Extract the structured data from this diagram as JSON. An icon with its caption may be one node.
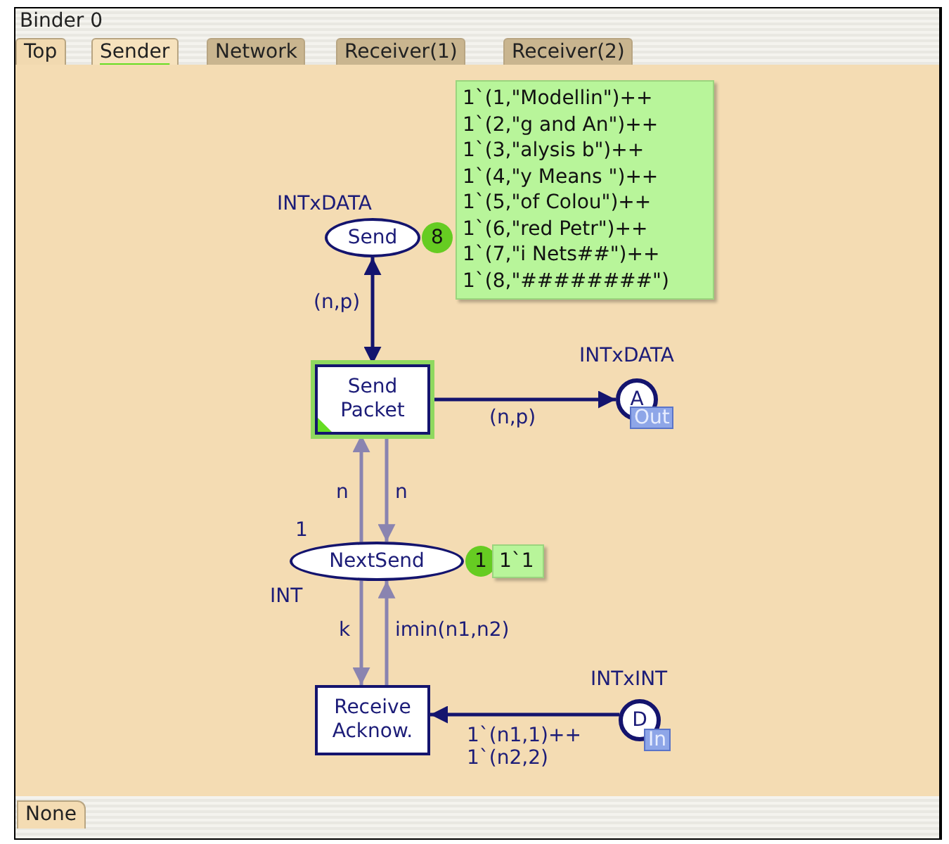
{
  "diagram": {
    "nodes": [
      {
        "text": [
          "Send"
        ],
        "beside": [
          "INTxDATA"
        ]
      },
      {
        "text": [
          "8"
        ]
      },
      {
        "text": [
          "1`(1,\"Modellin\")++",
          "1`(2,\"g and An\")++",
          "1`(3,\"alysis b\")++",
          "1`(4,\"y Means \")++",
          "1`(5,\"of Colou\")++",
          "1`(6,\"red Petr\")++",
          "1`(7,\"i Nets##\")++",
          "1`(8,\"########\")"
        ]
      },
      {
        "text": [
          "Send Packet"
        ]
      },
      {
        "text": [
          "A",
          "Out"
        ],
        "beside": [
          "INTxDATA"
        ]
      },
      {
        "text": [
          "NextSend"
        ],
        "beside": [
          "1",
          "INT"
        ]
      },
      {
        "text": [
          "1"
        ]
      },
      {
        "text": [
          "1`1"
        ]
      },
      {
        "text": [
          "Receive Acknow."
        ]
      },
      {
        "text": [
          "D",
          "In"
        ],
        "beside": [
          "INTxINT"
        ]
      }
    ],
    "edges": [
      {
        "from": 3,
        "to": 0,
        "arrow": "both",
        "label": "(n,p)",
        "color": "#14146e"
      },
      {
        "from": 3,
        "to": 4,
        "arrow": "to",
        "label": "(n,p)",
        "color": "#14146e"
      },
      {
        "from": 5,
        "to": 3,
        "arrow": "to",
        "label": "n"
      },
      {
        "from": 3,
        "to": 5,
        "arrow": "to",
        "label": "n"
      },
      {
        "from": 5,
        "to": 8,
        "arrow": "to",
        "label": "k"
      },
      {
        "from": 8,
        "to": 5,
        "arrow": "to",
        "label": "imin(n1,n2)"
      },
      {
        "from": 9,
        "to": 8,
        "arrow": "to",
        "label": "1`(n1,1)++ 1`(n2,2)",
        "color": "#14146e"
      }
    ],
    "labels": [
      "Binder 0",
      "Top",
      "Sender",
      "Network",
      "Receiver(1)",
      "Receiver(2)",
      "None"
    ]
  }
}
